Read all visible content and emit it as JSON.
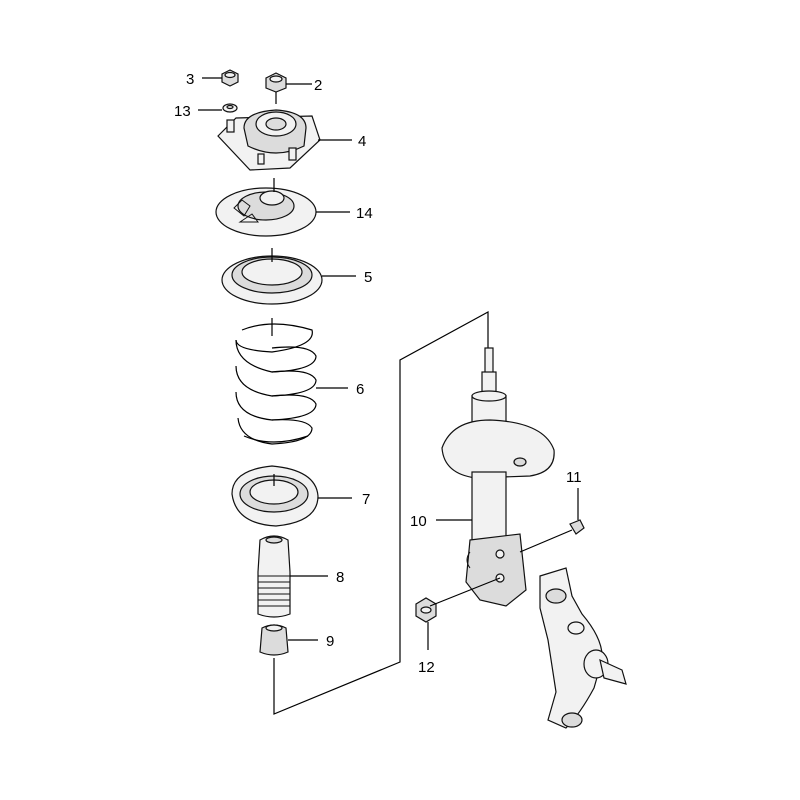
{
  "callouts": {
    "c2": "2",
    "c3": "3",
    "c4": "4",
    "c5": "5",
    "c6": "6",
    "c7": "7",
    "c8": "8",
    "c9": "9",
    "c10": "10",
    "c11": "11",
    "c12": "12",
    "c13": "13",
    "c14": "14"
  }
}
